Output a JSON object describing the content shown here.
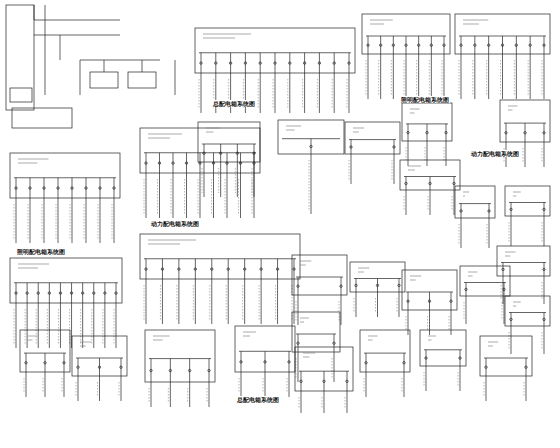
{
  "diagram": {
    "labels": [
      "总配电箱系统图",
      "照明配电箱系统图",
      "动力配电箱系统图",
      "照明配电箱系统图",
      "动力配电箱系统图",
      "总配电箱系统图"
    ]
  }
}
